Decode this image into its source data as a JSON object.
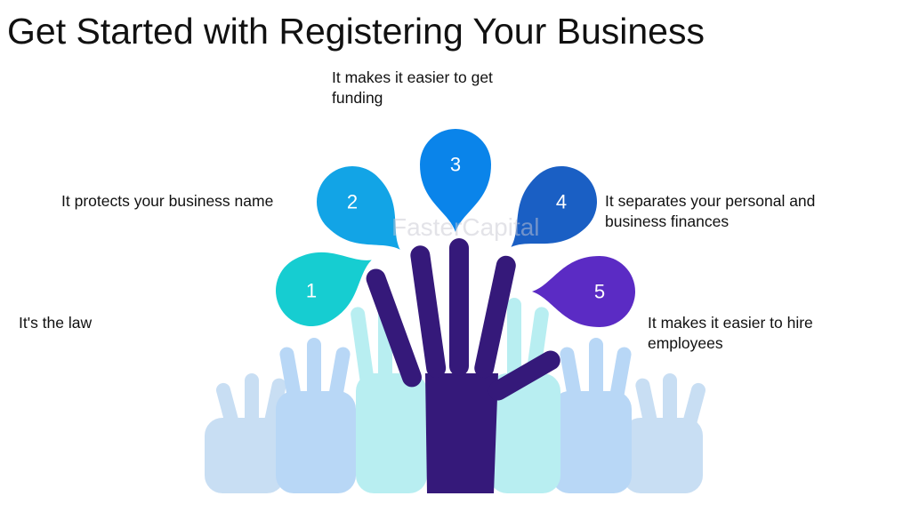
{
  "title": "Get Started with Registering Your Business",
  "watermark": "FasterCapital",
  "steps": [
    {
      "number": "1",
      "label": "It's the law",
      "color": "#16cdd1"
    },
    {
      "number": "2",
      "label": "It protects your business name",
      "color": "#12a4e6"
    },
    {
      "number": "3",
      "label": "It makes it easier to get funding",
      "color": "#0a84ea"
    },
    {
      "number": "4",
      "label": "It separates your personal and business finances",
      "color": "#1a5fc4"
    },
    {
      "number": "5",
      "label": "It makes it easier to hire employees",
      "color": "#5b2bc4"
    }
  ],
  "hand_color": "#35197a"
}
